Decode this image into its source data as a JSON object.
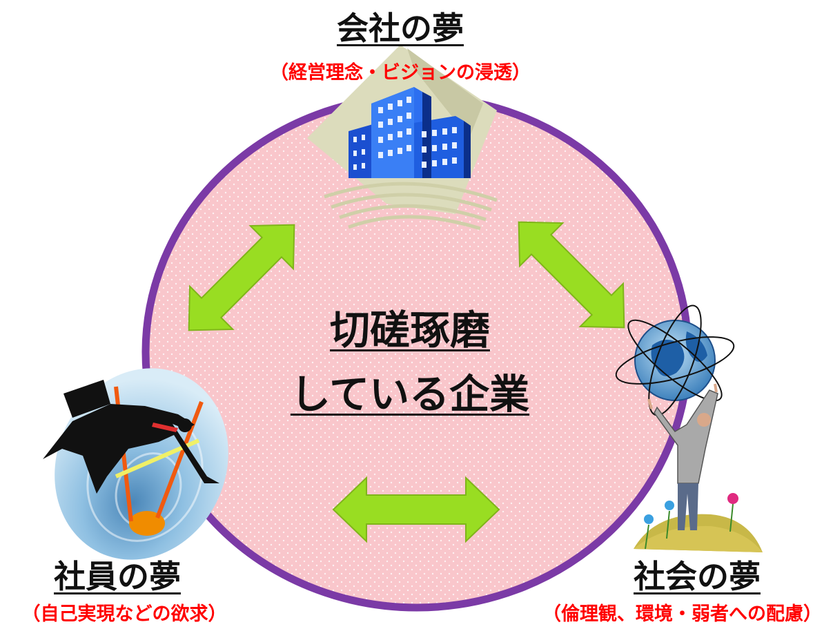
{
  "company": {
    "title": "会社の夢",
    "subtitle": "（経営理念・ビジョンの浸透）"
  },
  "employee": {
    "title": "社員の夢",
    "subtitle": "（自己実現などの欲求）"
  },
  "society": {
    "title": "社会の夢",
    "subtitle": "（倫理観、環境・弱者への配慮）"
  },
  "center": {
    "line1": "切磋琢磨",
    "line2": "している企業"
  },
  "colors": {
    "circle_fill": "#f9c6cb",
    "circle_border": "#7b3aa6",
    "arrow_fill": "#99dd22",
    "subtitle_text": "#ff0000"
  },
  "icons": {
    "company": "office-building-icon",
    "employee": "leaping-businessman-icon",
    "society": "man-holding-globe-icon"
  }
}
